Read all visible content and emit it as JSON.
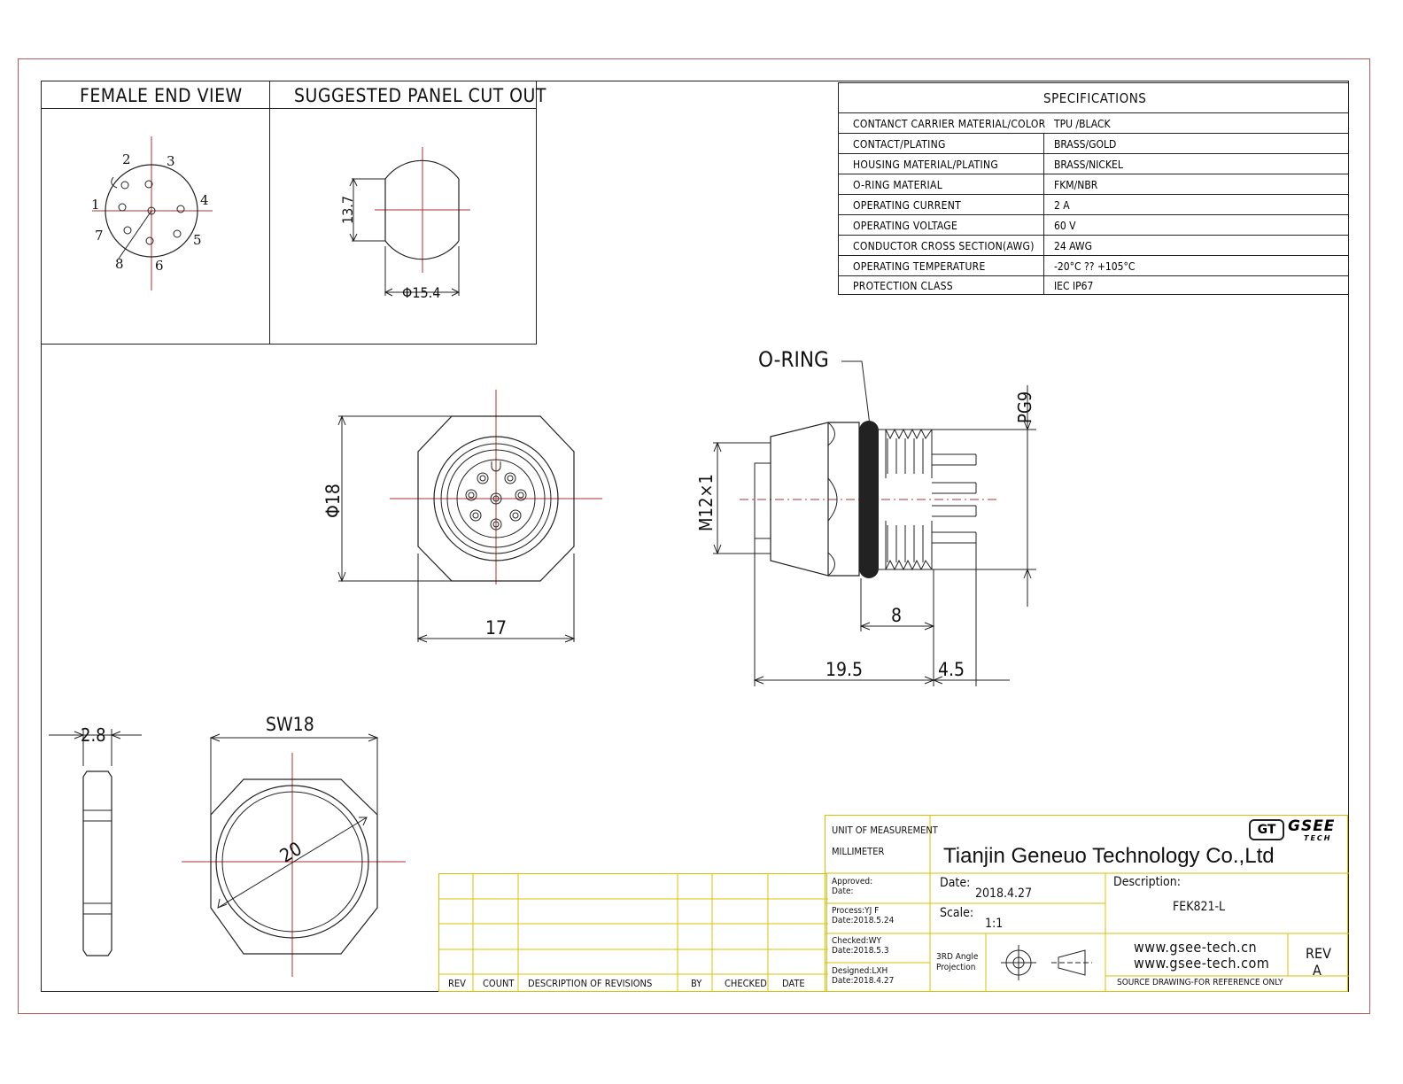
{
  "views": {
    "female_end_view": "FEMALE END VIEW",
    "panel_cut_out": "SUGGESTED PANEL CUT OUT"
  },
  "pin_numbers": [
    "1",
    "2",
    "3",
    "4",
    "5",
    "6",
    "7",
    "8"
  ],
  "panel_dims": {
    "height": "13.7",
    "width": "Φ15.4"
  },
  "specifications": {
    "title": "SPECIFICATIONS",
    "rows": [
      {
        "key": "CONTANCT CARRIER MATERIAL/COLOR",
        "value": "TPU /BLACK"
      },
      {
        "key": "CONTACT/PLATING",
        "value": "BRASS/GOLD"
      },
      {
        "key": "HOUSING MATERIAL/PLATING",
        "value": "BRASS/NICKEL"
      },
      {
        "key": "O-RING  MATERIAL",
        "value": "FKM/NBR"
      },
      {
        "key": "OPERATING CURRENT",
        "value": "2 A"
      },
      {
        "key": "OPERATING VOLTAGE",
        "value": "60 V"
      },
      {
        "key": "CONDUCTOR  CROSS  SECTION(AWG)",
        "value": "24 AWG"
      },
      {
        "key": "OPERATING TEMPERATURE",
        "value": "-20°C ?? +105°C"
      },
      {
        "key": "PROTECTION CLASS",
        "value": "IEC  IP67"
      }
    ]
  },
  "front_view": {
    "diameter": "Φ18",
    "width": "17"
  },
  "side_view": {
    "oring_label": "O-RING",
    "thread": "M12×1",
    "pg": "PG9",
    "dim_8": "8",
    "dim_19_5": "19.5",
    "dim_4_5": "4.5"
  },
  "nut_view": {
    "thickness": "2.8",
    "sw": "SW18",
    "inner": "20"
  },
  "revision_table": {
    "headers": [
      "REV",
      "COUNT",
      "DESCRIPTION  OF  REVISIONS",
      "BY",
      "CHECKED",
      "DATE"
    ]
  },
  "title_block": {
    "unit_label": "UNIT OF MEASUREMENT",
    "unit_value": "MILLIMETER",
    "company": "Tianjin Geneuo Technology Co.,Ltd",
    "logo_text": "GSEE",
    "logo_sub": "TECH",
    "logo_mark": "GT",
    "approved": "Approved:",
    "approved_date": "Date:",
    "process": "Process:YJ F",
    "process_date": "Date:2018.5.24",
    "checked": "Checked:WY",
    "checked_date": "Date:2018.5.3",
    "designed": "Designed:LXH",
    "designed_date": "Date:2018.4.27",
    "date_label": "Date:",
    "date_value": "2018.4.27",
    "scale_label": "Scale:",
    "scale_value": "1:1",
    "projection": "3RD Angle",
    "projection2": "Projection",
    "desc_label": "Description:",
    "desc_value": "FEK821-L",
    "web1": "www.gsee-tech.cn",
    "web2": "www.gsee-tech.com",
    "rev_label": "REV",
    "rev_value": "A",
    "source": "SOURCE DRAWING-FOR REFERENCE ONLY"
  },
  "colors": {
    "frame": "#b05a5a",
    "center_line": "#b03030",
    "title_block": "#d8c200",
    "ink": "#222222"
  }
}
